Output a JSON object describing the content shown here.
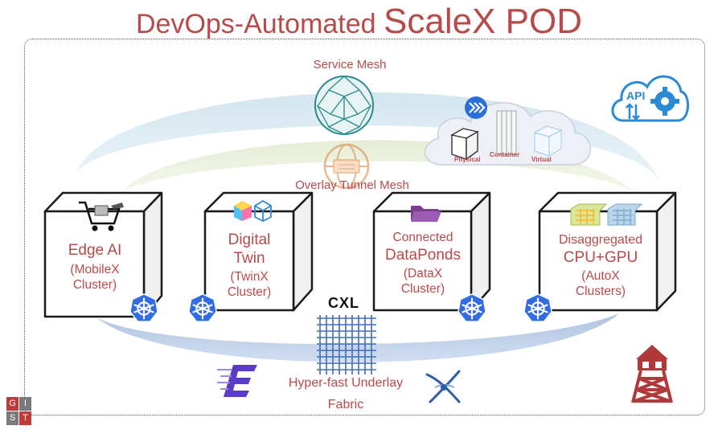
{
  "title": {
    "prefix": "DevOps-Automated ",
    "main": "ScaleX POD"
  },
  "mesh": {
    "service_mesh": "Service Mesh",
    "overlay": "Overlay Tunnel Mesh",
    "underlay_line1": "Hyper-fast Underlay",
    "underlay_line2": "Fabric",
    "cxl": "CXL"
  },
  "cloud": {
    "physical": "Physical",
    "container": "Container",
    "virtual": "Virtual"
  },
  "api": {
    "label": "API"
  },
  "clusters": [
    {
      "line1": "Edge AI",
      "line2": "(MobileX",
      "line3": "Cluster)"
    },
    {
      "line1": "Digital",
      "line2": "Twin",
      "line3": "(TwinX",
      "line4": "Cluster)"
    },
    {
      "line1": "Connected",
      "line2": "DataPonds",
      "line3": "(DataX",
      "line4": "Cluster)"
    },
    {
      "line1": "Disaggregated",
      "line2": "CPU+GPU",
      "line3": "(AutoX",
      "line4": "Clusters)"
    }
  ],
  "logo": {
    "g": "G",
    "i": "I",
    "s": "S",
    "t": "T"
  },
  "colors": {
    "accent": "#b84a4a",
    "k8s_blue": "#326ce5",
    "tower": "#b03a3a"
  }
}
